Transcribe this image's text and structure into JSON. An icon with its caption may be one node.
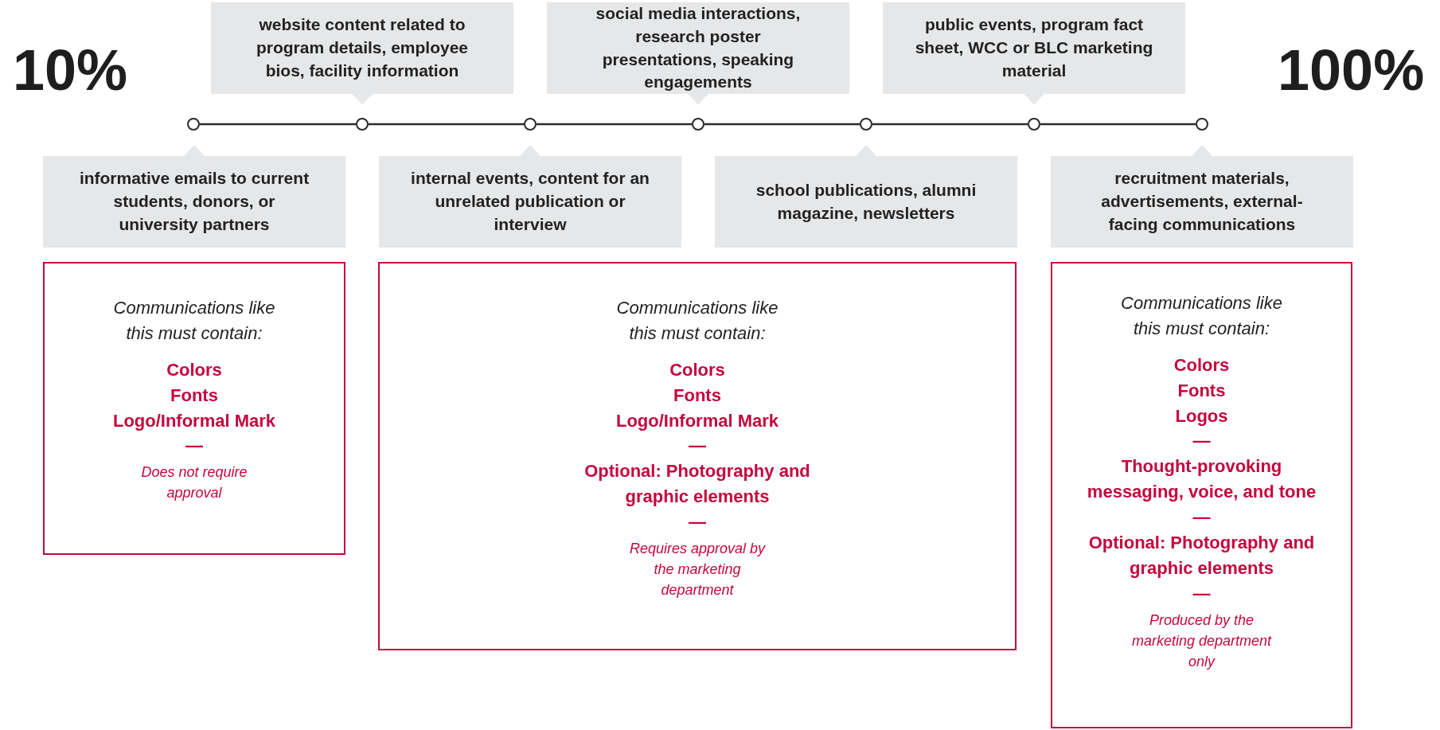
{
  "diagram": {
    "nodes": [
      {
        "text": [
          "website content related to program details, employee bios, facility information"
        ]
      },
      {
        "text": [
          "social media interactions, research poster presentations, speaking engagements"
        ]
      },
      {
        "text": [
          "public events, program fact sheet, WCC or BLC marketing material"
        ]
      },
      {
        "text": [],
        "shape": "circle"
      },
      {
        "text": [],
        "shape": "circle"
      },
      {
        "text": [],
        "shape": "circle"
      },
      {
        "text": [],
        "shape": "circle"
      },
      {
        "text": [],
        "shape": "circle"
      },
      {
        "text": [],
        "shape": "circle"
      },
      {
        "text": [],
        "shape": "circle"
      },
      {
        "text": [
          "informative emails to current students, donors, or university partners"
        ]
      },
      {
        "text": [
          "internal events, content for an unrelated publication or interview"
        ]
      },
      {
        "text": [
          "school publications, alumni magazine, newsletters"
        ]
      },
      {
        "text": [
          "recruitment materials, advertisements, external-facing communications"
        ]
      },
      {
        "text": [
          "Communications like this must contain:",
          "Colors",
          "Fonts",
          "Logo/Informal Mark",
          "—",
          "Does not require approval"
        ]
      },
      {
        "text": [
          "Communications like this must contain:",
          "Colors",
          "Fonts",
          "Logo/Informal Mark",
          "—",
          "Optional: Photography and graphic elements",
          "—",
          "Requires approval by the marketing department"
        ]
      },
      {
        "text": [
          "Communications like this must contain:",
          "Colors",
          "Fonts",
          "Logos",
          "—",
          "Thought-provoking messaging, voice, and tone",
          "—",
          "Optional: Photography and graphic elements",
          "—",
          "Produced by the marketing department only"
        ]
      }
    ],
    "edges": [
      {
        "from": 3,
        "to": 4,
        "arrow": "none"
      },
      {
        "from": 4,
        "to": 5,
        "arrow": "none"
      },
      {
        "from": 5,
        "to": 6,
        "arrow": "none"
      },
      {
        "from": 6,
        "to": 7,
        "arrow": "none"
      },
      {
        "from": 7,
        "to": 8,
        "arrow": "none"
      },
      {
        "from": 8,
        "to": 9,
        "arrow": "none"
      }
    ],
    "labels": [
      "10%",
      "100%"
    ]
  }
}
